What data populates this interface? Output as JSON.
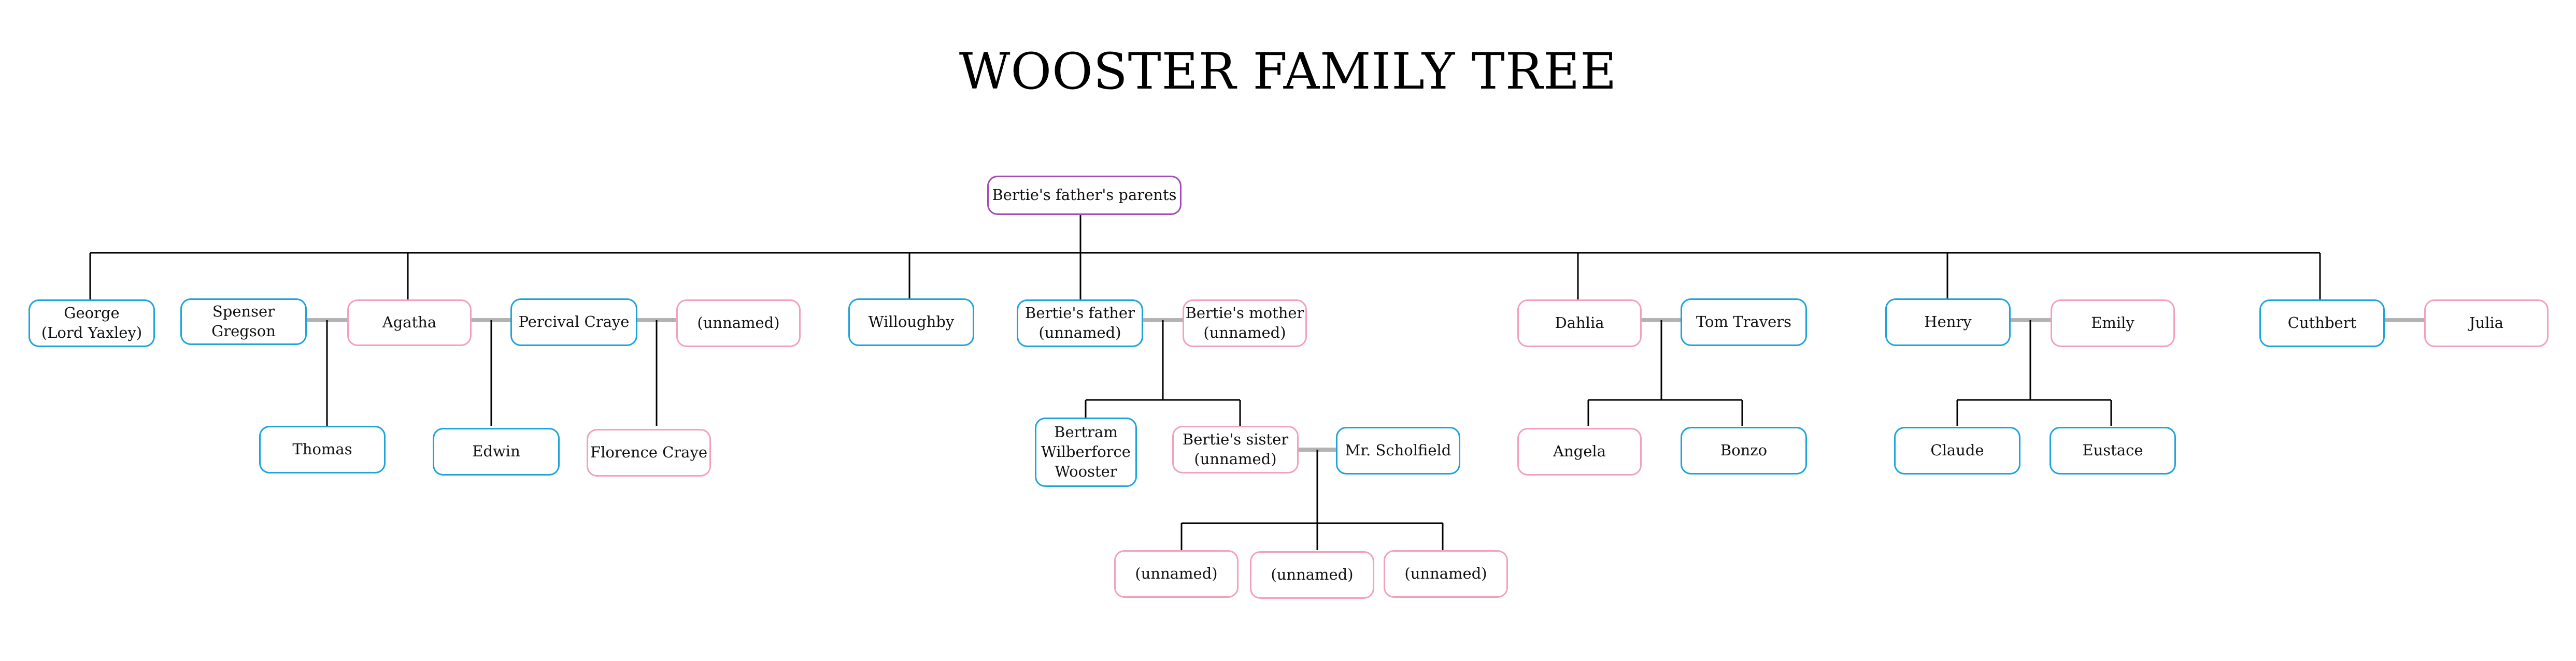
{
  "title": "WOOSTER FAMILY TREE",
  "colors": {
    "male_border": "#1ea3dd",
    "female_border": "#f3a0bb",
    "root_border": "#a24bb9",
    "descent_line": "#000000",
    "spouse_link": "#b3b3b3"
  },
  "people": {
    "root": "Bertie's father's parents",
    "george": "George\n(Lord Yaxley)",
    "spenser": "Spenser Gregson",
    "agatha": "Agatha",
    "percival": "Percival Craye",
    "percival_wife": "(unnamed)",
    "willoughby": "Willoughby",
    "berties_father": "Bertie's father\n(unnamed)",
    "berties_mother": "Bertie's mother\n(unnamed)",
    "dahlia": "Dahlia",
    "tom": "Tom Travers",
    "henry": "Henry",
    "emily": "Emily",
    "cuthbert": "Cuthbert",
    "julia": "Julia",
    "thomas": "Thomas",
    "edwin": "Edwin",
    "florence": "Florence Craye",
    "bertram": "Bertram\nWilberforce\nWooster",
    "berties_sister": "Bertie's  sister\n(unnamed)",
    "scholfield": "Mr. Scholfield",
    "angela": "Angela",
    "bonzo": "Bonzo",
    "claude": "Claude",
    "eustace": "Eustace",
    "grandchild_1": "(unnamed)",
    "grandchild_2": "(unnamed)",
    "grandchild_3": "(unnamed)"
  }
}
